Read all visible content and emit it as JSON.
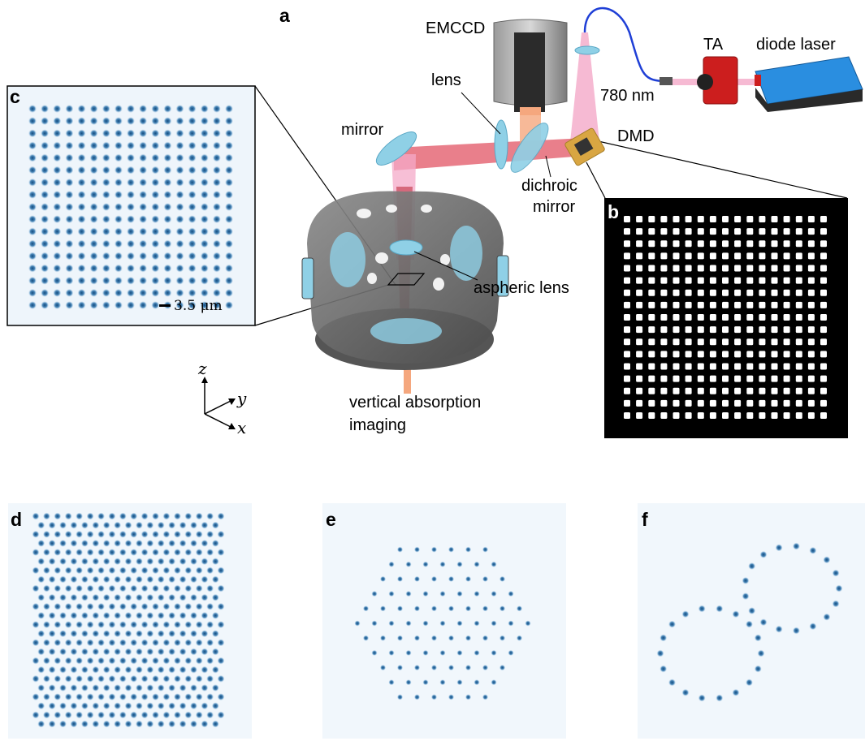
{
  "panels": {
    "a": "a",
    "b": "b",
    "c": "c",
    "d": "d",
    "e": "e",
    "f": "f"
  },
  "components": {
    "emccd": "EMCCD",
    "lens": "lens",
    "mirror": "mirror",
    "wavelength": "780 nm",
    "ta": "TA",
    "diode_laser": "diode laser",
    "dmd": "DMD",
    "dichroic_line1": "dichroic",
    "dichroic_line2": "mirror",
    "aspheric_lens": "aspheric lens",
    "vertical_imaging_line1": "vertical absorption",
    "vertical_imaging_line2": "imaging"
  },
  "scale_bar": "3.5 μm",
  "axes": {
    "z": "z",
    "y": "y",
    "x": "x"
  },
  "patterns": {
    "b": {
      "type": "square-grid",
      "rows": 17,
      "cols": 17
    },
    "c": {
      "type": "square-grid",
      "rows": 17,
      "cols": 17
    },
    "d": {
      "type": "triangular-grid"
    },
    "e": {
      "type": "hexagonal-cluster"
    },
    "f": {
      "type": "figure-eight"
    }
  },
  "colors": {
    "beam_pink": "#f4a9c8",
    "beam_red": "#e0485a",
    "beam_orange": "#f5a77e",
    "optic_blue": "#8fd0e6",
    "atom_dark_blue": "#1f5f95",
    "atom_light_blue": "#e8f2fa",
    "ta_red": "#cc1e1e",
    "laser_blue": "#2a8ee0",
    "dmd_gold": "#d9a642",
    "chamber_gray": "#6b6b6b",
    "fiber_blue": "#1f3fd6"
  }
}
